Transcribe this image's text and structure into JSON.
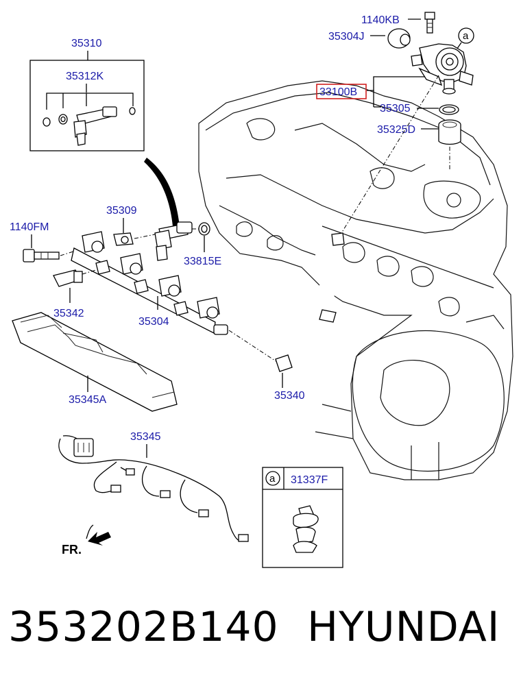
{
  "labels": {
    "p35310": "35310",
    "p35312K": "35312K",
    "p1140KB": "1140KB",
    "p35304J": "35304J",
    "callout_a_top": "a",
    "p33100B": "33100B",
    "p35305": "35305",
    "p35325D": "35325D",
    "p35309": "35309",
    "p1140FM": "1140FM",
    "p33815E": "33815E",
    "p35342": "35342",
    "p35304": "35304",
    "p35340": "35340",
    "p35345A": "35345A",
    "p35345": "35345",
    "fr": "FR.",
    "inset_a": "a",
    "p31337F": "31337F"
  },
  "footer": {
    "part_number": "353202B140",
    "brand": "HYUNDAI"
  },
  "colors": {
    "label": "#1a1aa8",
    "highlight_box": "#d02020"
  }
}
